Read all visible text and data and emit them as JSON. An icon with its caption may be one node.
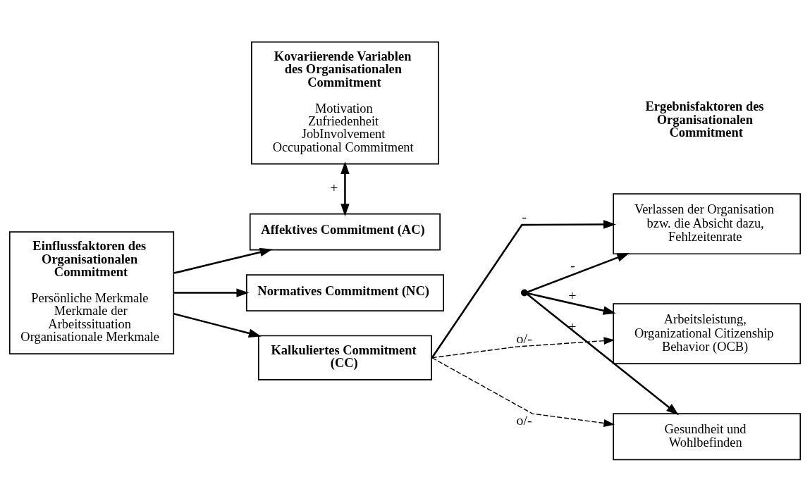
{
  "diagram": {
    "nodes": [
      {
        "text": [
          "Einflussfaktoren des Organisationalen Commitment",
          "Persönliche Merkmale",
          "Merkmale der Arbeitssituation",
          "Organisationale Merkmale"
        ]
      },
      {
        "text": [
          "Kovariierende Variablen des Organisationalen Commitment",
          "Motivation",
          "Zufriedenheit",
          "JobInvolvement",
          "Occupational Commitment"
        ]
      },
      {
        "text": [
          "Affektives Commitment (AC)"
        ]
      },
      {
        "text": [
          "Normatives Commitment (NC)"
        ]
      },
      {
        "text": [
          "Kalkuliertes Commitment (CC)"
        ]
      },
      {
        "text": [],
        "shape": "bracket"
      },
      {
        "text": [
          "Verlassen der Organisation bzw. die Absicht dazu, Fehlzeitenrate"
        ]
      },
      {
        "text": [
          "Arbeitsleistung, Organizational Citizenship Behavior (OCB)"
        ]
      },
      {
        "text": [
          "Gesundheit und Wohlbefinden"
        ]
      }
    ],
    "edges": [
      {
        "from": 0,
        "to": 2,
        "arrow": "to"
      },
      {
        "from": 0,
        "to": 3,
        "arrow": "to"
      },
      {
        "from": 0,
        "to": 4,
        "arrow": "to"
      },
      {
        "from": 1,
        "to": 2,
        "arrow": "both",
        "label": "+"
      },
      {
        "from": 5,
        "to": 6,
        "arrow": "to",
        "label": "-"
      },
      {
        "from": 5,
        "to": 7,
        "arrow": "to",
        "label": "+"
      },
      {
        "from": 5,
        "to": 8,
        "arrow": "to",
        "label": "+"
      },
      {
        "from": 4,
        "to": 6,
        "arrow": "to",
        "label": "-"
      },
      {
        "from": 4,
        "to": 7,
        "arrow": "to",
        "label": "o/-",
        "style": "dashed"
      },
      {
        "from": 4,
        "to": 8,
        "arrow": "to",
        "label": "o/-",
        "style": "dashed"
      }
    ],
    "labels": [
      "Ergebnisfaktoren des Organisationalen Commitment"
    ]
  }
}
